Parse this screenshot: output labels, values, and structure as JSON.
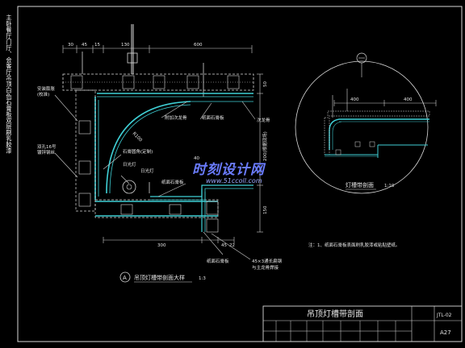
{
  "side_note": "主卧餐厅门厅、会客厅吊顶白色石膏板双层刷乳胶漆",
  "watermark": {
    "brand": "时刻设计网",
    "url": "www.51ccoll.com"
  },
  "main_detail": {
    "dims_top": [
      "30",
      "45",
      "15",
      "130",
      "600"
    ],
    "dims_right": [
      "50",
      "200(根据现场)",
      "150"
    ],
    "dims_bottom": [
      "300",
      "45",
      "22"
    ],
    "dims_inner": [
      "40",
      "R100"
    ],
    "labels_left": [
      "安装膨胀",
      "(校准)",
      "双孔16号",
      "镀锌钢丝"
    ],
    "labels_top": [
      "附加次龙骨",
      "纸面石膏板",
      "次龙骨"
    ],
    "labels_mid": [
      "石膏圆角(定制)",
      "日光灯",
      "日光灯"
    ],
    "labels_bottom": [
      "纸面石膏板",
      "45×3通长扁钢",
      "与主龙骨焊接"
    ],
    "label_inner_board": "纸面石膏板",
    "circle_letter": "A",
    "title": "吊顶灯槽带剖面大样",
    "scale": "1:3"
  },
  "enlarged": {
    "dims": [
      "400",
      "400"
    ],
    "title": "灯槽带剖面",
    "scale": "1:10"
  },
  "note": "注：1、纸面石膏板表面刷乳胶漆或粘贴壁纸。",
  "title_block": {
    "drawing_name": "吊顶灯槽带剖面",
    "drawing_no": "JTL-02",
    "sheet": "A27"
  }
}
